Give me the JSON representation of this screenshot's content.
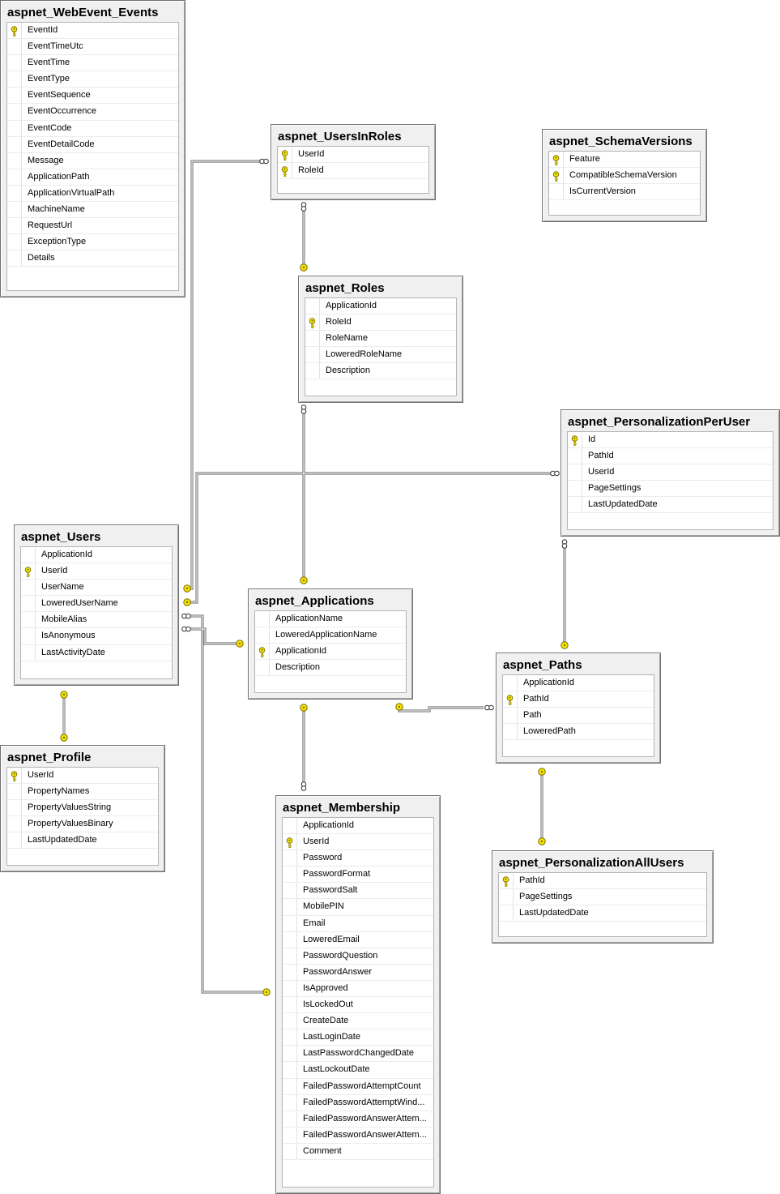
{
  "tables": {
    "webevent": {
      "title": "aspnet_WebEvent_Events",
      "columns": [
        {
          "name": "EventId",
          "key": true
        },
        {
          "name": "EventTimeUtc",
          "key": false
        },
        {
          "name": "EventTime",
          "key": false
        },
        {
          "name": "EventType",
          "key": false
        },
        {
          "name": "EventSequence",
          "key": false
        },
        {
          "name": "EventOccurrence",
          "key": false
        },
        {
          "name": "EventCode",
          "key": false
        },
        {
          "name": "EventDetailCode",
          "key": false
        },
        {
          "name": "Message",
          "key": false
        },
        {
          "name": "ApplicationPath",
          "key": false
        },
        {
          "name": "ApplicationVirtualPath",
          "key": false
        },
        {
          "name": "MachineName",
          "key": false
        },
        {
          "name": "RequestUrl",
          "key": false
        },
        {
          "name": "ExceptionType",
          "key": false
        },
        {
          "name": "Details",
          "key": false
        }
      ]
    },
    "usersinroles": {
      "title": "aspnet_UsersInRoles",
      "columns": [
        {
          "name": "UserId",
          "key": true
        },
        {
          "name": "RoleId",
          "key": true
        }
      ]
    },
    "schemaversions": {
      "title": "aspnet_SchemaVersions",
      "columns": [
        {
          "name": "Feature",
          "key": true
        },
        {
          "name": "CompatibleSchemaVersion",
          "key": true
        },
        {
          "name": "IsCurrentVersion",
          "key": false
        }
      ]
    },
    "roles": {
      "title": "aspnet_Roles",
      "columns": [
        {
          "name": "ApplicationId",
          "key": false
        },
        {
          "name": "RoleId",
          "key": true
        },
        {
          "name": "RoleName",
          "key": false
        },
        {
          "name": "LoweredRoleName",
          "key": false
        },
        {
          "name": "Description",
          "key": false
        }
      ]
    },
    "perperuser": {
      "title": "aspnet_PersonalizationPerUser",
      "columns": [
        {
          "name": "Id",
          "key": true
        },
        {
          "name": "PathId",
          "key": false
        },
        {
          "name": "UserId",
          "key": false
        },
        {
          "name": "PageSettings",
          "key": false
        },
        {
          "name": "LastUpdatedDate",
          "key": false
        }
      ]
    },
    "users": {
      "title": "aspnet_Users",
      "columns": [
        {
          "name": "ApplicationId",
          "key": false
        },
        {
          "name": "UserId",
          "key": true
        },
        {
          "name": "UserName",
          "key": false
        },
        {
          "name": "LoweredUserName",
          "key": false
        },
        {
          "name": "MobileAlias",
          "key": false
        },
        {
          "name": "IsAnonymous",
          "key": false
        },
        {
          "name": "LastActivityDate",
          "key": false
        }
      ]
    },
    "applications": {
      "title": "aspnet_Applications",
      "columns": [
        {
          "name": "ApplicationName",
          "key": false
        },
        {
          "name": "LoweredApplicationName",
          "key": false
        },
        {
          "name": "ApplicationId",
          "key": true
        },
        {
          "name": "Description",
          "key": false
        }
      ]
    },
    "paths": {
      "title": "aspnet_Paths",
      "columns": [
        {
          "name": "ApplicationId",
          "key": false
        },
        {
          "name": "PathId",
          "key": true
        },
        {
          "name": "Path",
          "key": false
        },
        {
          "name": "LoweredPath",
          "key": false
        }
      ]
    },
    "profile": {
      "title": "aspnet_Profile",
      "columns": [
        {
          "name": "UserId",
          "key": true
        },
        {
          "name": "PropertyNames",
          "key": false
        },
        {
          "name": "PropertyValuesString",
          "key": false
        },
        {
          "name": "PropertyValuesBinary",
          "key": false
        },
        {
          "name": "LastUpdatedDate",
          "key": false
        }
      ]
    },
    "membership": {
      "title": "aspnet_Membership",
      "columns": [
        {
          "name": "ApplicationId",
          "key": false
        },
        {
          "name": "UserId",
          "key": true
        },
        {
          "name": "Password",
          "key": false
        },
        {
          "name": "PasswordFormat",
          "key": false
        },
        {
          "name": "PasswordSalt",
          "key": false
        },
        {
          "name": "MobilePIN",
          "key": false
        },
        {
          "name": "Email",
          "key": false
        },
        {
          "name": "LoweredEmail",
          "key": false
        },
        {
          "name": "PasswordQuestion",
          "key": false
        },
        {
          "name": "PasswordAnswer",
          "key": false
        },
        {
          "name": "IsApproved",
          "key": false
        },
        {
          "name": "IsLockedOut",
          "key": false
        },
        {
          "name": "CreateDate",
          "key": false
        },
        {
          "name": "LastLoginDate",
          "key": false
        },
        {
          "name": "LastPasswordChangedDate",
          "key": false
        },
        {
          "name": "LastLockoutDate",
          "key": false
        },
        {
          "name": "FailedPasswordAttemptCount",
          "key": false
        },
        {
          "name": "FailedPasswordAttemptWind...",
          "key": false
        },
        {
          "name": "FailedPasswordAnswerAttem...",
          "key": false
        },
        {
          "name": "FailedPasswordAnswerAttem...",
          "key": false
        },
        {
          "name": "Comment",
          "key": false
        }
      ]
    },
    "perallusers": {
      "title": "aspnet_PersonalizationAllUsers",
      "columns": [
        {
          "name": "PathId",
          "key": true
        },
        {
          "name": "PageSettings",
          "key": false
        },
        {
          "name": "LastUpdatedDate",
          "key": false
        }
      ]
    }
  },
  "colors": {
    "key_icon": "#f2e600",
    "key_outline": "#7a6a00",
    "connector": "#7a7a7a",
    "table_border": "#6f6f6f",
    "table_frame": "#f0f0f0"
  }
}
